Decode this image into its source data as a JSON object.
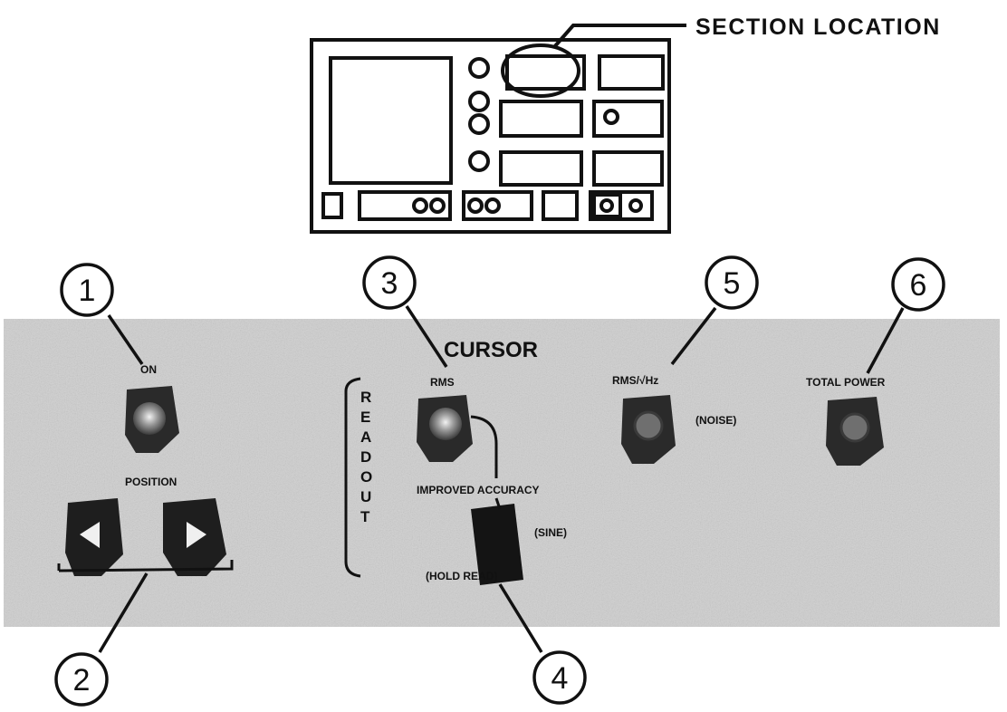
{
  "section_location": {
    "label": "SECTION LOCATION"
  },
  "panel": {
    "cursor_label": "CURSOR",
    "on_label": "ON",
    "position_label": "POSITION",
    "readout_letters": [
      "R",
      "E",
      "A",
      "D",
      "O",
      "U",
      "T"
    ],
    "rms_label": "RMS",
    "rms_per_hz_label": "RMS/√Hz",
    "noise_label": "(NOISE)",
    "total_power_label": "TOTAL POWER",
    "improved_accuracy_label": "IMPROVED ACCURACY",
    "sine_label": "(SINE)",
    "hold_readout_label": "(HOLD READ)"
  },
  "callouts": [
    "1",
    "2",
    "3",
    "4",
    "5",
    "6"
  ],
  "colors": {
    "panel_gray": "#cfcfcf",
    "ink": "#111111",
    "button_dark": "#2a2a2a",
    "button_face": "#8a8a8a"
  }
}
